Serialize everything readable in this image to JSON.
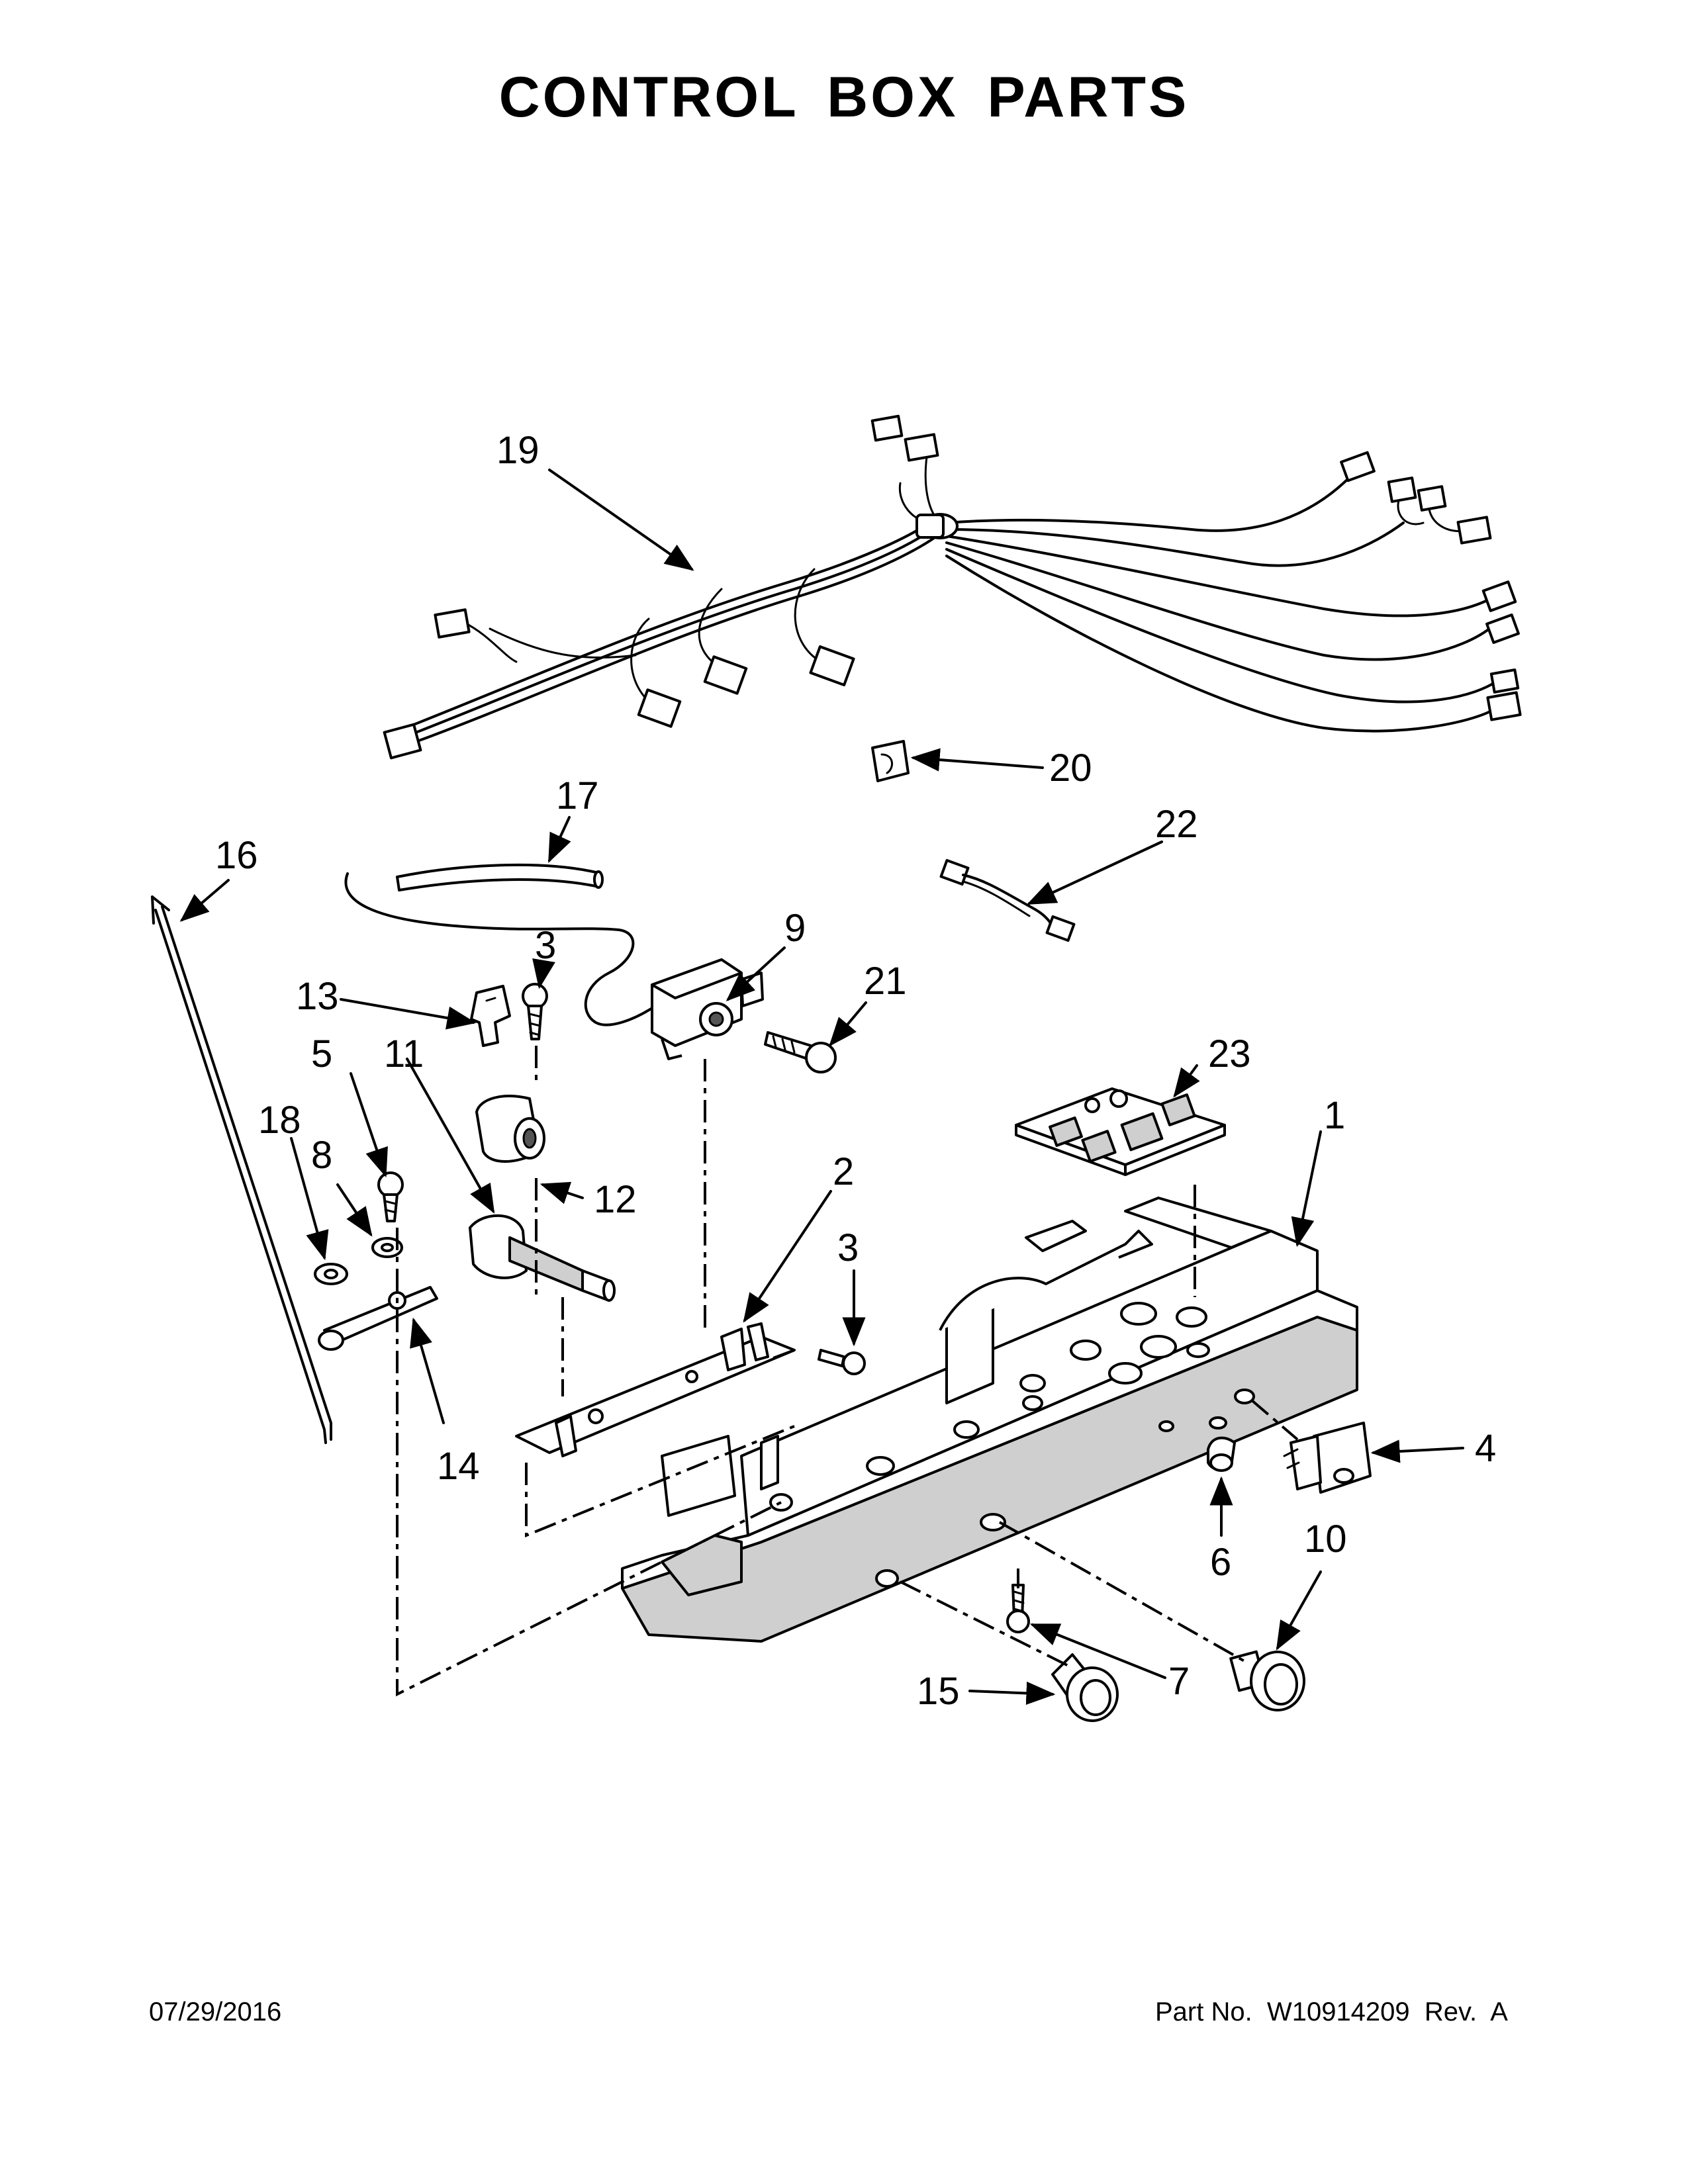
{
  "title": "CONTROL BOX PARTS",
  "footer": {
    "date": "07/29/2016",
    "part_number": "Part No.  W10914209  Rev.  A"
  },
  "callouts": {
    "c1": "1",
    "c2": "2",
    "c3a": "3",
    "c3b": "3",
    "c4": "4",
    "c5": "5",
    "c6": "6",
    "c7": "7",
    "c8": "8",
    "c9": "9",
    "c10": "10",
    "c11": "11",
    "c12": "12",
    "c13": "13",
    "c14": "14",
    "c15": "15",
    "c16": "16",
    "c17": "17",
    "c18": "18",
    "c19": "19",
    "c20": "20",
    "c21": "21",
    "c22": "22",
    "c23": "23"
  }
}
